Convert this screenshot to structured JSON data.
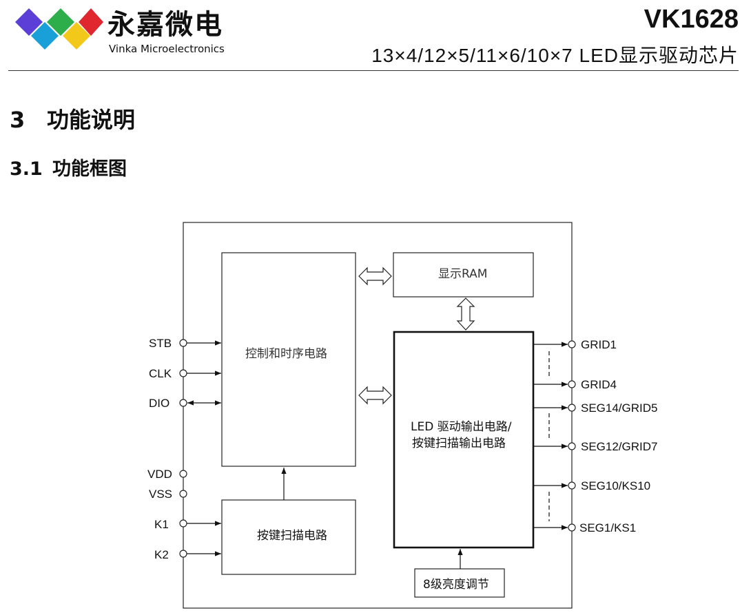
{
  "header": {
    "logo_cn": "永嘉微电",
    "logo_en": "Vinka Microelectronics",
    "title": "VK1628",
    "subtitle": "13×4/12×5/11×6/10×7  LED显示驱动芯片",
    "logo_colors": [
      "#5b3fd6",
      "#1aa0d8",
      "#2eae4a",
      "#f2c81a",
      "#e0262e"
    ]
  },
  "section": {
    "number": "3",
    "title": "功能说明"
  },
  "subsection": {
    "number": "3.1",
    "title": "功能框图"
  },
  "diagram": {
    "blocks": {
      "control": "控制和时序电路",
      "ram": "显示RAM",
      "led_driver_line1": "LED 驱动输出电路/",
      "led_driver_line2": "按键扫描输出电路",
      "key_scan": "按键扫描电路",
      "brightness": "8级亮度调节"
    },
    "left_pins": [
      "STB",
      "CLK",
      "DIO",
      "VDD",
      "VSS",
      "K1",
      "K2"
    ],
    "right_pins": [
      "GRID1",
      "GRID4",
      "SEG14/GRID5",
      "SEG12/GRID7",
      "SEG10/KS10",
      "SEG1/KS1"
    ]
  }
}
